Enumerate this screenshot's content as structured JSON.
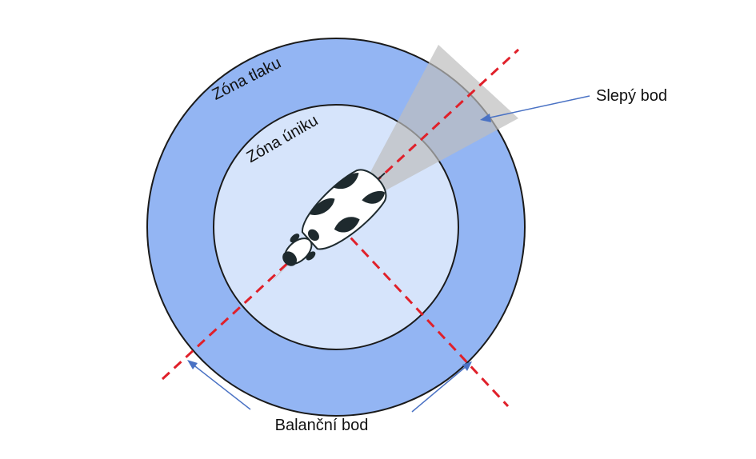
{
  "labels": {
    "pressure_zone": "Zóna tlaku",
    "flight_zone": "Zóna úniku",
    "blind_spot": "Slepý bod",
    "balance_point": "Balanční bod"
  },
  "colors": {
    "outer_ring": "#93b5f3",
    "inner_disc": "#d6e4fb",
    "ring_stroke": "#1a1a1a",
    "dashed_line": "#e0202a",
    "arrow": "#4a72c4",
    "blind_cone": "#bdbdbd",
    "cow_black": "#1e2a2e"
  },
  "icons": {
    "animal": "cow-top-view-icon"
  }
}
